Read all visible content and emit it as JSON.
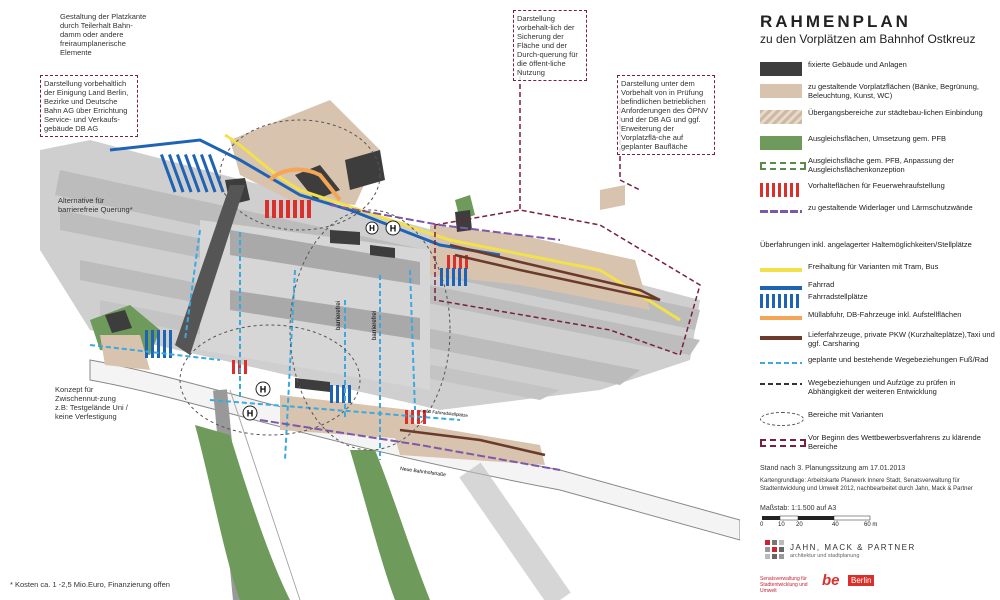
{
  "title": "RAHMENPLAN",
  "subtitle": "zu den Vorplätzen am Bahnhof Ostkreuz",
  "notes": {
    "platzkante": "Gestaltung der Platzkante durch Teilerhalt Bahn-damm oder andere freiraumplanerische Elemente",
    "sicherung": "Darstellung vorbehalt-lich der Sicherung der Fläche und der Durch-querung für die öffent-liche Nutzung",
    "einigung": "Darstellung vorbehaltlich der Einigung Land Berlin, Bezirke und Deutsche Bahn AG über Errichtung Service- und Verkaufs-gebäude DB AG",
    "pruefung": "Darstellung unter dem Vorbehalt von in Prüfung befindlichen betrieblichen Anforderungen des ÖPNV und der DB AG und ggf. Erweiterung der Vorplatzflä-che auf geplanter Baufläche",
    "barrierefrei": "Alternative für barrierefreie Querung*",
    "zwischennutzung": "Konzept für Zwischennut-zung z.B: Testgelände Uni / keine Verfestigung",
    "kosten": "* Kosten ca. 1 -2,5 Mio.Euro, Finanzierung offen"
  },
  "map_labels": {
    "h1": "H",
    "h2": "H",
    "h3": "H",
    "h4": "H",
    "bw1": "barrierefrei",
    "bw2": "barrierefrei",
    "street": "Neue Bahnhofstraße",
    "street2": "ca 60 Fahrradstellplätze"
  },
  "legend": {
    "items": [
      {
        "label": "fixierte Gebäude und Anlagen",
        "color": "#3d3d3d"
      },
      {
        "label": "zu gestaltende Vorplatzflächen (Bänke, Begrünung, Beleuchtung, Kunst, WC)",
        "color": "#d8c3ae"
      },
      {
        "label": "Übergangsbereiche zur städtebau-lichen Einbindung",
        "color": "#cdb9a4"
      },
      {
        "label": "Ausgleichsflächen, Umsetzung gem. PFB",
        "color": "#6e9a5b"
      },
      {
        "label": "Ausgleichsfläche gem. PFB, Anpassung der Ausgleichsflächenkonzeption",
        "color": "#5c8a48"
      },
      {
        "label": "Vorhalteflächen für Feuerwehraufstellung",
        "color": "#d9302c"
      },
      {
        "label": "zu gestaltende Widerlager und Lärmschutzwände",
        "color": "#7e58a8"
      }
    ],
    "group_heading": "Überfahrungen inkl. angelagerter Haltemöglichkeiten/Stellplätze",
    "overpass": [
      {
        "label": "Freihaltung für Varianten mit Tram, Bus",
        "color": "#f2e14a"
      },
      {
        "label": "Fahrrad",
        "color": "#1f63b4"
      },
      {
        "label": "Fahrradstellplätze",
        "color": "#1f63b4"
      },
      {
        "label": "Müllabfuhr, DB-Fahrzeuge inkl. Aufstellflächen",
        "color": "#f4a556"
      },
      {
        "label": "Lieferfahrzeuge, private PKW (Kurzhalteplätze),Taxi und ggf. Carsharing",
        "color": "#6b3a2a"
      },
      {
        "label": "geplante und bestehende Wegebeziehungen Fuß/Rad",
        "color": "#3aa9e0"
      },
      {
        "label": "Wegebeziehungen und Aufzüge zu prüfen in Abhängigkeit der weiteren Entwicklung",
        "color": "#333333"
      },
      {
        "label": "Bereiche mit Varianten",
        "color": "#555555"
      },
      {
        "label": "Vor Beginn des Wettbewerbsverfahrens zu klärende Bereiche",
        "color": "#7a1f3d"
      }
    ],
    "stand": "Stand nach 3. Planungssitzung am 17.01.2013",
    "source": "Kartengrundlage: Arbeitskarte Planwerk Innere Stadt, Senatsverwaltung für Stadtentwicklung und Umwelt 2012, nachbearbeitet durch Jahn, Mack & Partner",
    "scale": "Maßstab: 1:1.500 auf A3",
    "scale_ticks": [
      "0",
      "10",
      "20",
      "40",
      "60 m"
    ],
    "firm": "JAHN, MACK & PARTNER",
    "firm_sub": "architektur und stadtplanung",
    "senat": "Senatsverwaltung für Stadtentwicklung und Umwelt",
    "be": "be",
    "berlin": "Berlin"
  }
}
